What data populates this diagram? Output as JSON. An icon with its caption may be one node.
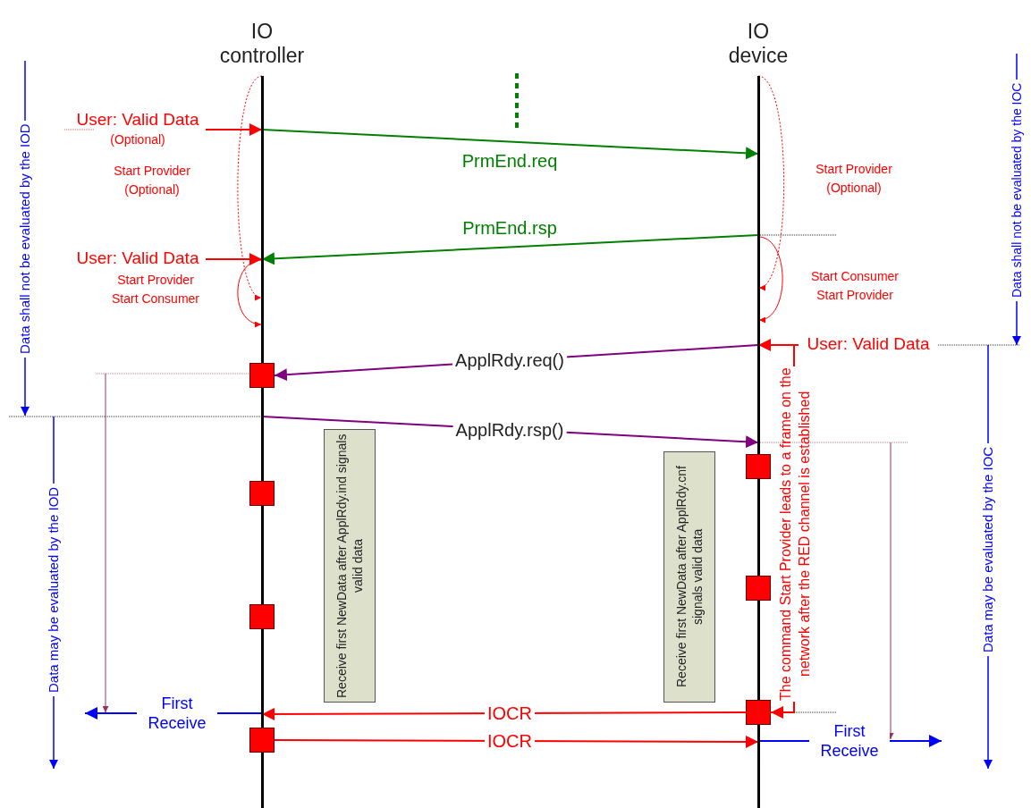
{
  "diagram": {
    "nodes": [
      {
        "text": [
          "IO controller"
        ]
      },
      {
        "text": [
          "IO device"
        ]
      },
      {
        "text": [
          "User: Valid Data",
          "(Optional)"
        ]
      },
      {
        "text": [
          "User: Valid Data"
        ]
      },
      {
        "text": [
          "User: Valid Data"
        ]
      },
      {
        "text": [
          "The command Start Provider leads to a frame on the network after the RED channel is established"
        ]
      },
      {
        "text": [],
        "shape": "box"
      },
      {
        "text": [],
        "shape": "box"
      },
      {
        "text": [],
        "shape": "box"
      },
      {
        "text": [],
        "shape": "box"
      },
      {
        "text": [],
        "shape": "box"
      },
      {
        "text": [],
        "shape": "box"
      },
      {
        "text": [],
        "shape": "box"
      },
      {
        "text": [
          "Receive first NewData after ApplRdy.ind signals valid data"
        ]
      },
      {
        "text": [
          "Receive first NewData after ApplRdy.cnf signals valid data"
        ]
      }
    ],
    "edges": [
      {
        "from": 2,
        "to": 0,
        "arrow": "to"
      },
      {
        "from": 3,
        "to": 0,
        "arrow": "to"
      },
      {
        "from": 0,
        "to": 1,
        "arrow": "to",
        "label": "PrmEnd.req",
        "color": "#008000"
      },
      {
        "from": 1,
        "to": 0,
        "arrow": "to",
        "label": "PrmEnd.rsp",
        "color": "#008000"
      },
      {
        "from": 4,
        "to": 1,
        "arrow": "to"
      },
      {
        "from": 1,
        "to": 6,
        "arrow": "to",
        "label": "ApplRdy.req()",
        "color": "#800080"
      },
      {
        "from": 0,
        "to": 1,
        "arrow": "to",
        "label": "ApplRdy.rsp()",
        "color": "#800080"
      },
      {
        "from": 12,
        "to": 0,
        "arrow": "to",
        "label": "IOCR"
      },
      {
        "from": 9,
        "to": 1,
        "arrow": "to",
        "label": "IOCR"
      },
      {
        "from": 0,
        "to": null,
        "arrow": "to",
        "label": "First Receive",
        "color": "#0000ff"
      },
      {
        "from": 1,
        "to": null,
        "arrow": "to",
        "label": "First Receive",
        "color": "#0000ff"
      },
      {
        "from": 4,
        "to": 5,
        "arrow": "none"
      },
      {
        "from": 5,
        "to": 12,
        "arrow": "to"
      },
      {
        "from": 0,
        "to": 0,
        "arrow": "to",
        "style": "dashed"
      },
      {
        "from": 0,
        "to": 0,
        "arrow": "to"
      },
      {
        "from": 1,
        "to": 1,
        "arrow": "to",
        "style": "dashed"
      },
      {
        "from": 1,
        "to": 1,
        "arrow": "to"
      }
    ],
    "labels": [
      "Data shall not be evaluated by the IOD",
      "Data shall not be evaluated by the IOC",
      "Start Provider (Optional)",
      "Start Provider (Optional)",
      "Start Provider Start Consumer",
      "Start Consumer Start Provider",
      "Data may be evaluated by the IOD",
      "Data may be evaluated by the IOC"
    ]
  }
}
